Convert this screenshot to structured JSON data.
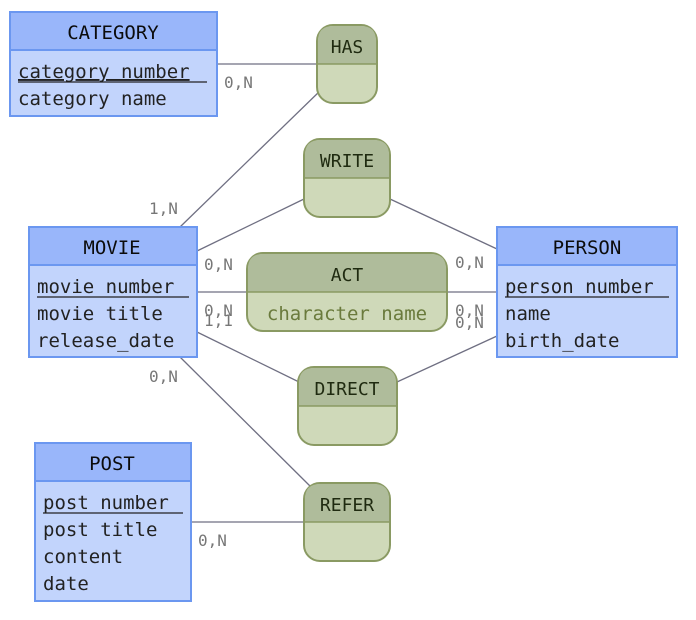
{
  "entities": {
    "category": {
      "name": "CATEGORY",
      "attributes": [
        "category number",
        "category name"
      ]
    },
    "movie": {
      "name": "MOVIE",
      "attributes": [
        "movie number",
        "movie title",
        "release_date"
      ]
    },
    "person": {
      "name": "PERSON",
      "attributes": [
        "person number",
        "name",
        "birth_date"
      ]
    },
    "post": {
      "name": "POST",
      "attributes": [
        "post number",
        "post title",
        "content",
        "date"
      ]
    }
  },
  "relationships": {
    "has": {
      "name": "HAS",
      "attributes": []
    },
    "write": {
      "name": "WRITE",
      "attributes": []
    },
    "act": {
      "name": "ACT",
      "attributes": [
        "character name"
      ]
    },
    "direct": {
      "name": "DIRECT",
      "attributes": []
    },
    "refer": {
      "name": "REFER",
      "attributes": []
    }
  },
  "cardinalities": {
    "category_has": "0,N",
    "movie_has": "1,N",
    "movie_write": "0,N",
    "person_write": "0,N",
    "movie_act": "0,N",
    "person_act": "0,N",
    "movie_direct": "1,1",
    "person_direct": "0,N",
    "movie_refer": "0,N",
    "post_refer": "0,N"
  },
  "colors": {
    "entity_header": "#99b6fa",
    "entity_body": "#c2d4fc",
    "entity_border": "#6b97f0",
    "relationship_header": "#afbc9b",
    "relationship_body": "#cfd9b9",
    "relationship_border": "#8a9a63"
  }
}
